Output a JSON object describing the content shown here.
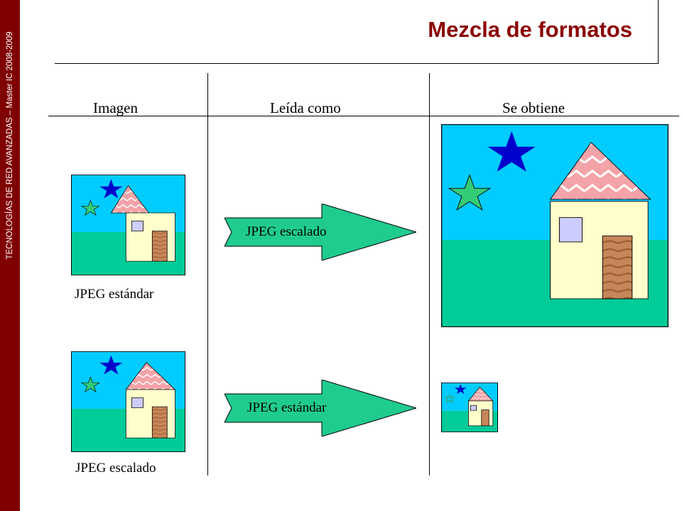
{
  "sidebar": {
    "text": "TECNOLOGÍAS DE RED AVANZADAS – Master  IC 2008-2009"
  },
  "title": "Mezcla de formatos",
  "columns": [
    "Imagen",
    "Leída como",
    "Se obtiene"
  ],
  "rows": [
    {
      "image_caption": "JPEG estándar",
      "read_as": "JPEG escalado"
    },
    {
      "image_caption": "JPEG escalado",
      "read_as": "JPEG estándar"
    }
  ],
  "colors": {
    "sidebar": "#800000",
    "title": "#8b0000",
    "sky": "#00ccff",
    "grass": "#00cc99",
    "house_wall": "#ffffcc",
    "roof": "#f4a3a8",
    "door": "#c8865a",
    "star_blue": "#0000cc",
    "star_green": "#33cc77",
    "arrow": "#1fcc8e"
  }
}
